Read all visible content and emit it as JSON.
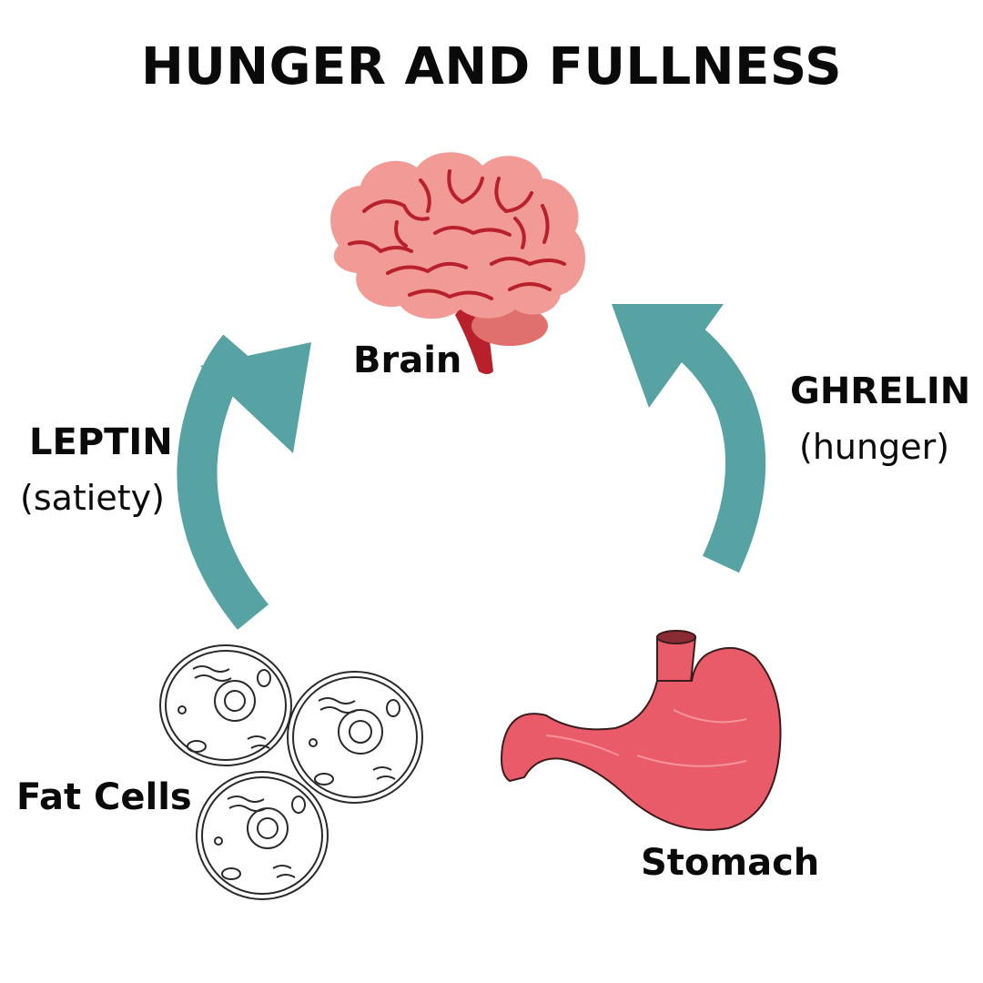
{
  "title": "HUNGER AND FULLNESS",
  "organs": {
    "brain": "Brain",
    "fat_cells": "Fat Cells",
    "stomach": "Stomach"
  },
  "hormones": {
    "leptin": {
      "name": "LEPTIN",
      "effect": "(satiety)"
    },
    "ghrelin": {
      "name": "GHRELIN",
      "effect": "(hunger)"
    }
  },
  "colors": {
    "arrow": "#57a3a4",
    "brain": "#f19a96",
    "brain_folds": "#b8202c",
    "brain_stem": "#b8202c",
    "stomach": "#ea5b69",
    "stomach_outline": "#3a1c1c"
  },
  "icons": [
    "brain-icon",
    "fat-cells-icon",
    "stomach-icon",
    "leptin-arrow",
    "ghrelin-arrow"
  ]
}
